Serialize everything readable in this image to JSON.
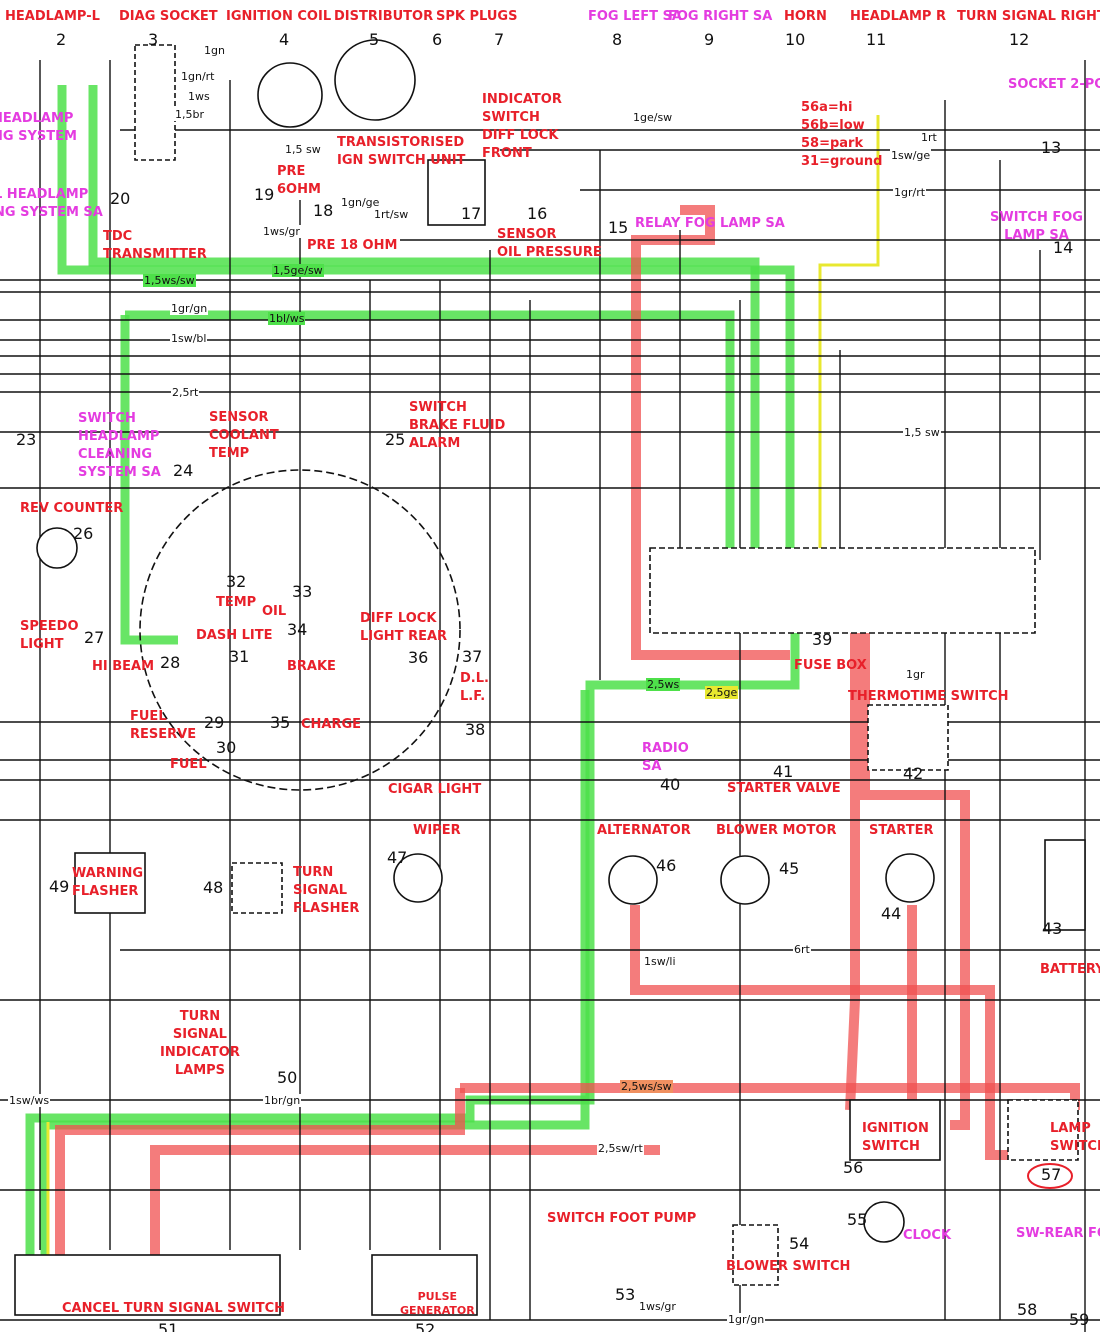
{
  "titles": {
    "headlamp_l": "HEADLAMP-L",
    "diag_socket": "DIAG SOCKET",
    "ignition_coil": "IGNITION COIL",
    "distributor": "DISTRIBUTOR",
    "spk_plugs": "SPK PLUGS",
    "fog_left": "FOG LEFT SA",
    "fog_right": "FOG RIGHT SA",
    "horn": "HORN",
    "headlamp_r": "HEADLAMP R",
    "turn_signal_right": "TURN SIGNAL RIGHT"
  },
  "labels": {
    "headlamp_cleaning": "HEADLAMP\nNG SYSTEM",
    "headlamp_cleaning_sa": "L HEADLAMP\nNG SYSTEM SA",
    "socket_2pol": "SOCKET 2-PO",
    "switch_fog": "SWITCH FOG\nLAMP SA",
    "relay_fog": "RELAY FOG LAMP SA",
    "switch_headlamp_cleaning": "SWITCH\nHEADLAMP\nCLEANING\nSYSTEM SA",
    "radio": "RADIO\nSA",
    "clock": "CLOCK",
    "sw_rear_fog": "SW-REAR FO",
    "tdc": "TDC\nTRANSMITTER",
    "pre6": "PRE\n6OHM",
    "pre18": "PRE 18 OHM",
    "transistorised": "TRANSISTORISED\nIGN SWITCH UNIT",
    "indicator_switch": "INDICATOR\nSWITCH\nDIFF LOCK\nFRONT",
    "sensor_oil": "SENSOR\nOIL PRESSURE",
    "pin_legend": "56a=hi\n56b=low\n58=park\n31=ground",
    "sensor_coolant": "SENSOR\nCOOLANT\nTEMP",
    "switch_brake": "SWITCH\nBRAKE FLUID\nALARM",
    "rev_counter": "REV COUNTER",
    "speedo": "SPEEDO\nLIGHT",
    "hi_beam": "HI BEAM",
    "temp": "TEMP",
    "oil": "OIL",
    "dash_lite": "DASH LITE",
    "brake": "BRAKE",
    "diff_lock_rear": "DIFF LOCK\nLIGHT REAR",
    "dl_lf": "D.L.\nL.F.",
    "fuel_reserve": "FUEL\nRESERVE",
    "fuel": "FUEL",
    "charge": "CHARGE",
    "cigar": "CIGAR LIGHT",
    "fuse_box": "FUSE BOX",
    "thermotime": "THERMOTIME SWITCH",
    "starter_valve": "STARTER VALVE",
    "alternator": "ALTERNATOR",
    "blower_motor": "BLOWER MOTOR",
    "starter": "STARTER",
    "battery": "BATTERY",
    "wiper": "WIPER",
    "warning_flasher": "WARNING\nFLASHER",
    "turn_signal_flasher": "TURN\nSIGNAL\nFLASHER",
    "turn_indicator_lamps": "TURN\nSIGNAL\nINDICATOR\nLAMPS",
    "ignition_switch": "IGNITION\nSWITCH",
    "lamp_switch": "LAMP\nSWITCH",
    "switch_foot_pump": "SWITCH FOOT PUMP",
    "blower_switch": "BLOWER SWITCH",
    "cancel_turn": "CANCEL TURN SIGNAL SWITCH",
    "pulse_gen": "PULSE\nGENERATOR"
  },
  "numbers": {
    "n2": "2",
    "n3": "3",
    "n4": "4",
    "n5": "5",
    "n6": "6",
    "n7": "7",
    "n8": "8",
    "n9": "9",
    "n10": "10",
    "n11": "11",
    "n12": "12",
    "n13": "13",
    "n14": "14",
    "n15": "15",
    "n16": "16",
    "n17": "17",
    "n18": "18",
    "n19": "19",
    "n20": "20",
    "n23": "23",
    "n24": "24",
    "n25": "25",
    "n26": "26",
    "n27": "27",
    "n28": "28",
    "n29": "29",
    "n30": "30",
    "n31": "31",
    "n32": "32",
    "n33": "33",
    "n34": "34",
    "n35": "35",
    "n36": "36",
    "n37": "37",
    "n38": "38",
    "n39": "39",
    "n40": "40",
    "n41": "41",
    "n42": "42",
    "n43": "43",
    "n44": "44",
    "n45": "45",
    "n46": "46",
    "n47": "47",
    "n48": "48",
    "n49": "49",
    "n50": "50",
    "n51": "51",
    "n52": "52",
    "n53": "53",
    "n54": "54",
    "n55": "55",
    "n56": "56",
    "n57": "57",
    "n58": "58",
    "n59": "59"
  },
  "wires": {
    "w1": "1gn",
    "w2": "1gn/rt",
    "w3": "1ws",
    "w4": "1,5br",
    "w5": "1,5 sw",
    "w6": "1gn/ge",
    "w7": "1rt/sw",
    "w8": "1ws/gr",
    "w9": "1ge/sw",
    "w10": "1sw/ge",
    "w11": "1rt",
    "w12": "1gr/rt",
    "w13": "1,5ge/sw",
    "w14": "1,5ws/sw",
    "w15": "1bl/ws",
    "w16": "1gr/gn",
    "w17": "1sw/bl",
    "w18": "2,5rt",
    "w19": "1,5 sw",
    "w20": "2,5ws",
    "w21": "2,5ge",
    "w22": "1sw/li",
    "w23": "6rt",
    "w24": "2,5ws/sw",
    "w25": "2,5sw/rt",
    "w26": "1ws/gr",
    "w27": "1gr/gn",
    "w28": "1sw/ws",
    "w29": "1br/gn",
    "w30": "1gr"
  }
}
